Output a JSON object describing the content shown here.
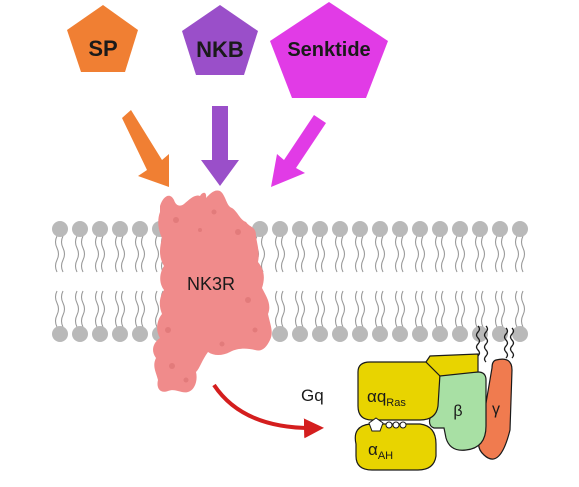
{
  "ligands": [
    {
      "label": "SP",
      "color": "#f07f33"
    },
    {
      "label": "NKB",
      "color": "#9a4fc9"
    },
    {
      "label": "Senktide",
      "color": "#e13be6"
    }
  ],
  "receptor": {
    "label": "NK3R",
    "color": "#f08b8b"
  },
  "gprotein": {
    "label": "Gq",
    "alpha_ras": {
      "main": "αq",
      "sub": "Ras",
      "color": "#e8d400"
    },
    "alpha_ah": {
      "main": "α",
      "sub": "AH",
      "color": "#e8d400"
    },
    "beta": {
      "label": "β",
      "color": "#a8e0a4"
    },
    "gamma": {
      "label": "γ",
      "color": "#f07b4f"
    }
  },
  "colors": {
    "membrane_head": "#b9b9b9",
    "membrane_tail": "#9a9a9a",
    "activation_arrow": "#d41e1e"
  }
}
